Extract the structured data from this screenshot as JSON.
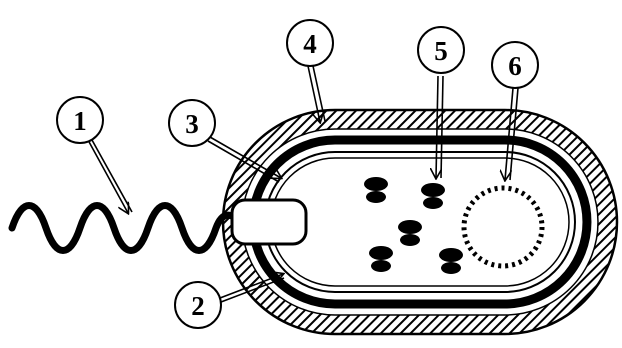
{
  "labels": [
    "1",
    "2",
    "3",
    "4",
    "5",
    "6"
  ],
  "colors": {
    "ink": "#000000",
    "paper": "#ffffff"
  }
}
